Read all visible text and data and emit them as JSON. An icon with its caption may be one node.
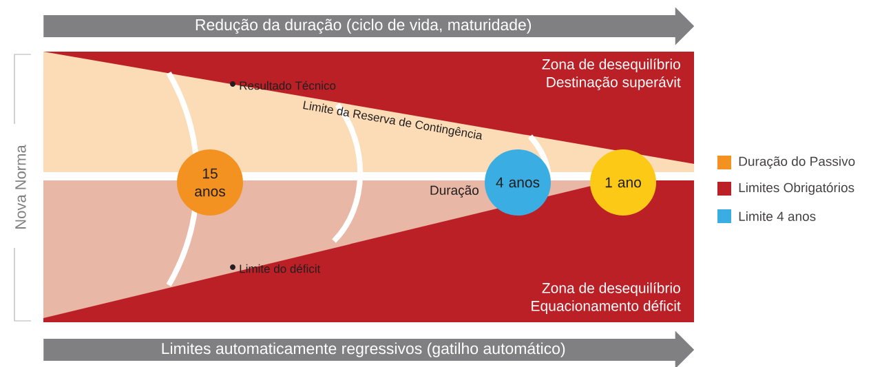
{
  "diagram": {
    "nodes": [
      {
        "text": [
          "Redução da duração (ciclo de vida, maturidade)"
        ]
      },
      {
        "text": [
          "15 anos"
        ]
      },
      {
        "text": [
          "4 anos"
        ]
      },
      {
        "text": [
          "1 ano"
        ]
      },
      {
        "text": [
          "Limites automaticamente regressivos (gatilho automático)"
        ]
      }
    ],
    "edges": [],
    "labels": [
      "Zona de desequilíbrio",
      "Destinação superávit",
      "Resultado Técnico",
      "Limite da Reserva de Contingência",
      "Duração",
      "Nova Norma",
      "Limite do déficit",
      "Zona de desequilíbrio",
      "Equacionamento déficit"
    ],
    "legend": [
      {
        "text": "Duração do Passivo",
        "color": "#f39221"
      },
      {
        "text": "Limites Obrigatórios",
        "color": "#bb2026"
      },
      {
        "text": "Limite 4 anos",
        "color": "#3aaee2"
      }
    ]
  }
}
